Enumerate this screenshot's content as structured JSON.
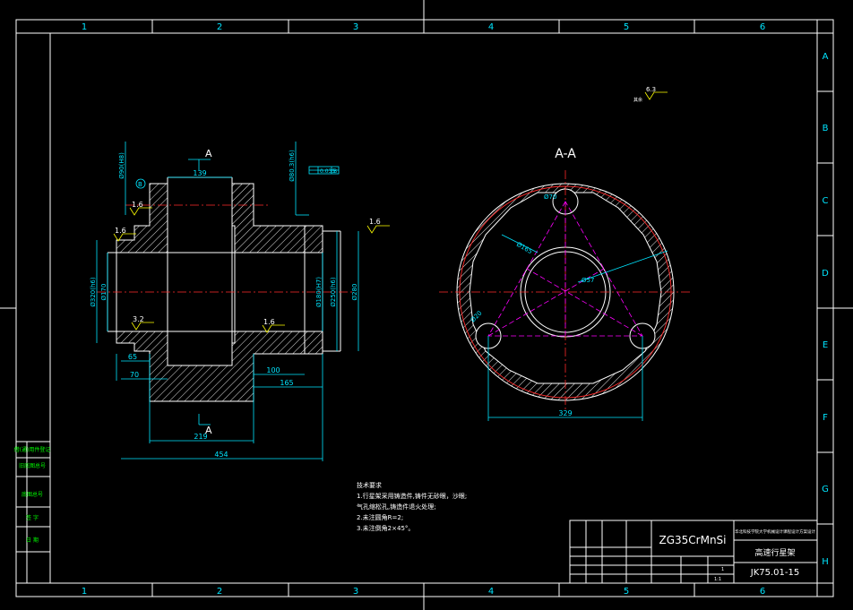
{
  "frame": {
    "column_labels": [
      "1",
      "2",
      "3",
      "4",
      "5",
      "6"
    ],
    "row_labels": [
      "A",
      "B",
      "C",
      "D",
      "E",
      "F",
      "G",
      "H"
    ]
  },
  "section_view": {
    "title": "A-A",
    "dim_329": "329",
    "dim_70": "Ø70",
    "dim_165": "Ø165",
    "dim_57": "Ø57",
    "dim_20": "Ø20"
  },
  "front_view": {
    "cut_mark": "A",
    "datum": "B",
    "surface_rough": [
      "1.6",
      "1.6",
      "1.6",
      "3.2",
      "1.6"
    ],
    "dims_h": {
      "d139": "139",
      "d65": "65",
      "d70": "70",
      "d100": "100",
      "d165": "165",
      "d219": "219",
      "d454": "454"
    },
    "dims_v": [
      "Ø320(h6)",
      "Ø170",
      "Ø180(H7)",
      "Ø250(h6)",
      "Ø280",
      "Ø90(H8)",
      "Ø80.3(h6)"
    ],
    "tolerance_box": "0.035",
    "tolerance_datum": "B"
  },
  "rough_other": "其余",
  "rough_other_val": "6.3",
  "notes": {
    "heading": "技术要求",
    "lines": [
      "1.行星架采用铸造件,铸件无砂眼，沙眼;",
      "气孔缩松孔,铸造件退火处理;",
      "2.未注圆角R=2;",
      "3.未注倒角2×45°。"
    ]
  },
  "title_block": {
    "material": "ZG35CrMnSi",
    "school": "华北科技学院大学机械设计课程设计方案设计",
    "part_name": "高速行星架",
    "drawing_no": "JK75.01-15",
    "scale": "1:1",
    "count": "1"
  },
  "left_strip": [
    "借(通)用件登记",
    "旧底图总号",
    "底图总号",
    "签 字",
    "日 期"
  ]
}
